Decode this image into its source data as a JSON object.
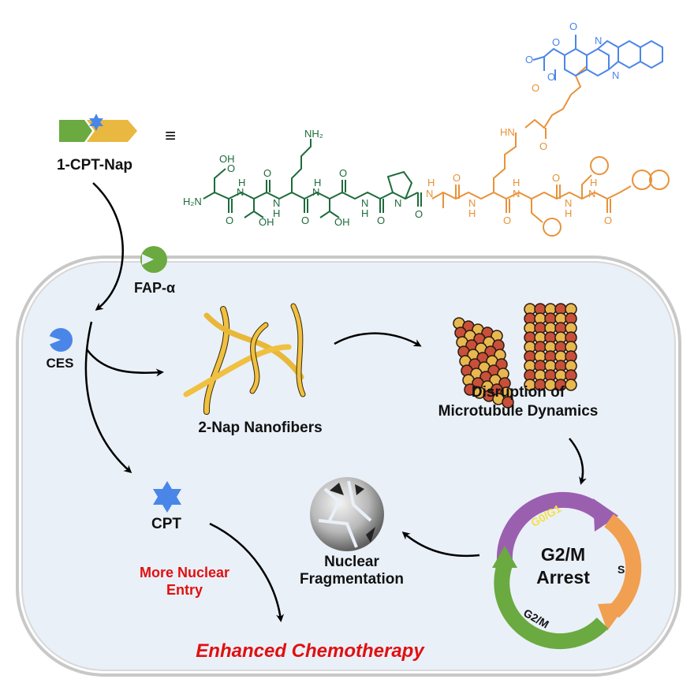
{
  "colors": {
    "cell_fill": "#eaf0f8",
    "cell_border": "#c8c8c8",
    "green_peptide": "#1e6b3c",
    "orange_linker": "#e8923a",
    "cpt_blue": "#4a86e8",
    "fiber_yellow": "#f0c040",
    "red_text": "#e01010",
    "phase_purple": "#9b5fb0",
    "phase_orange": "#f0a050",
    "phase_green": "#6aaa40",
    "phase_label_yellow": "#f5e040",
    "tubulin_red": "#c8503a",
    "tubulin_yellow": "#e8b850"
  },
  "molecule": {
    "name": "1-CPT-Nap",
    "equiv_symbol": "≡",
    "atoms": {
      "oh": "OH",
      "o": "O",
      "h2n": "H₂N",
      "nh2": "NH₂",
      "n": "N",
      "h": "H",
      "hn": "HN"
    }
  },
  "labels": {
    "fap": "FAP-α",
    "ces": "CES",
    "nanofibers": "2-Nap Nanofibers",
    "disruption_line1": "Disruption of",
    "disruption_line2": "Microtubule Dynamics",
    "cpt": "CPT",
    "more_entry_line1": "More Nuclear",
    "more_entry_line2": "Entry",
    "nuclear_line1": "Nuclear",
    "nuclear_line2": "Fragmentation",
    "arrest_line1": "G2/M",
    "arrest_line2": "Arrest",
    "enhanced": "Enhanced Chemotherapy"
  },
  "cell_cycle": {
    "phases": [
      {
        "name": "G0/G1",
        "color": "#9b5fb0"
      },
      {
        "name": "S",
        "color": "#f0a050"
      },
      {
        "name": "G2/M",
        "color": "#6aaa40"
      }
    ]
  }
}
